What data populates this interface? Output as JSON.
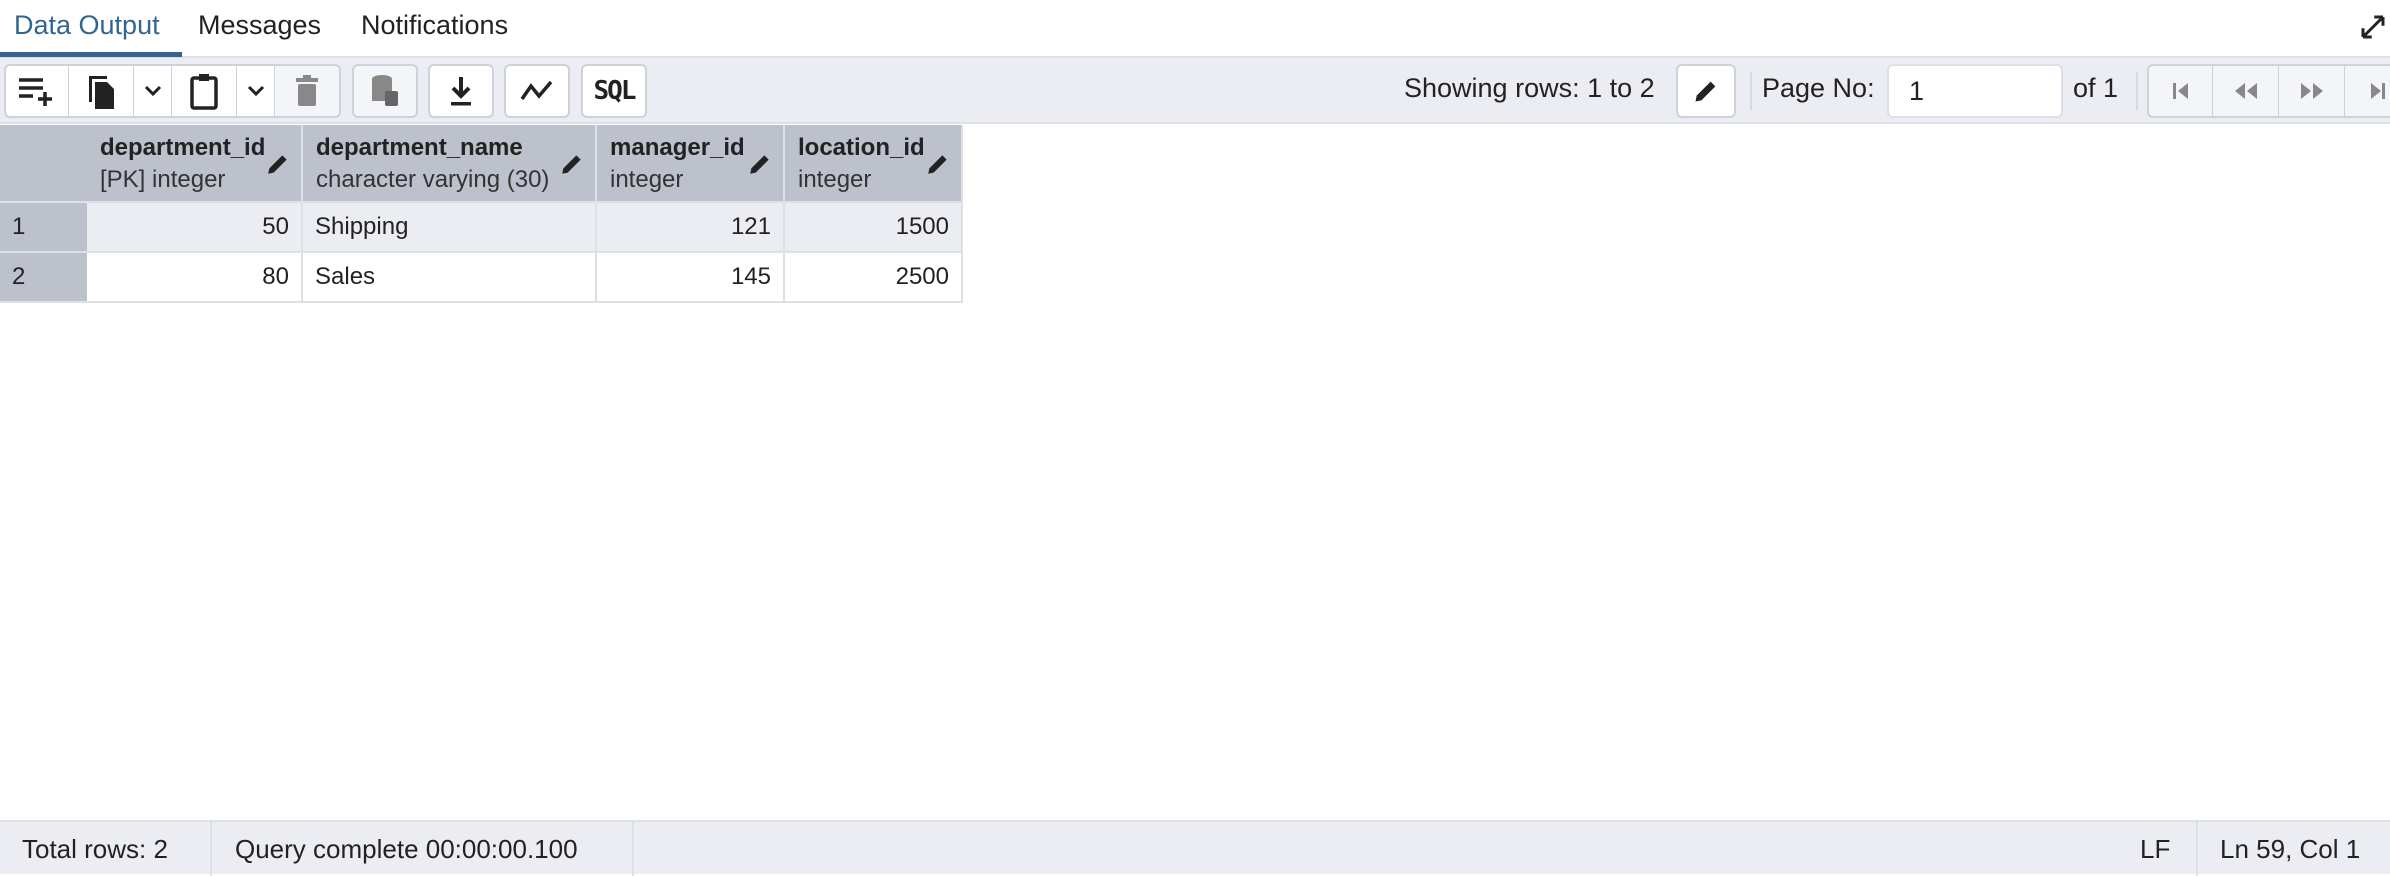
{
  "tabs": [
    {
      "label": "Data Output",
      "active": true
    },
    {
      "label": "Messages"
    },
    {
      "label": "Notifications"
    }
  ],
  "toolbar": {
    "icons": [
      "add-row-icon",
      "copy-icon",
      "chevron-down-icon",
      "paste-icon",
      "chevron-down-icon",
      "delete-icon",
      "save-data-icon",
      "download-icon",
      "graph-icon",
      "sql-icon"
    ],
    "sql_label": "SQL",
    "showing_rows": "Showing rows: 1 to 2",
    "page_no_label": "Page No:",
    "page_no_value": "1",
    "of_pages": "of 1"
  },
  "table": {
    "columns": [
      {
        "name": "department_id",
        "type": "[PK] integer"
      },
      {
        "name": "department_name",
        "type": "character varying (30)"
      },
      {
        "name": "manager_id",
        "type": "integer"
      },
      {
        "name": "location_id",
        "type": "integer"
      }
    ],
    "rows": [
      {
        "n": "1",
        "cells": [
          "50",
          "Shipping",
          "121",
          "1500"
        ]
      },
      {
        "n": "2",
        "cells": [
          "80",
          "Sales",
          "145",
          "2500"
        ]
      }
    ]
  },
  "status": {
    "total_rows": "Total rows: 2",
    "query": "Query complete 00:00:00.100",
    "eol": "LF",
    "position": "Ln 59, Col 1"
  },
  "colors": {
    "accent": "#326690",
    "header_bg": "#bdc1cc",
    "toolbar_bg": "#ebedf2"
  }
}
